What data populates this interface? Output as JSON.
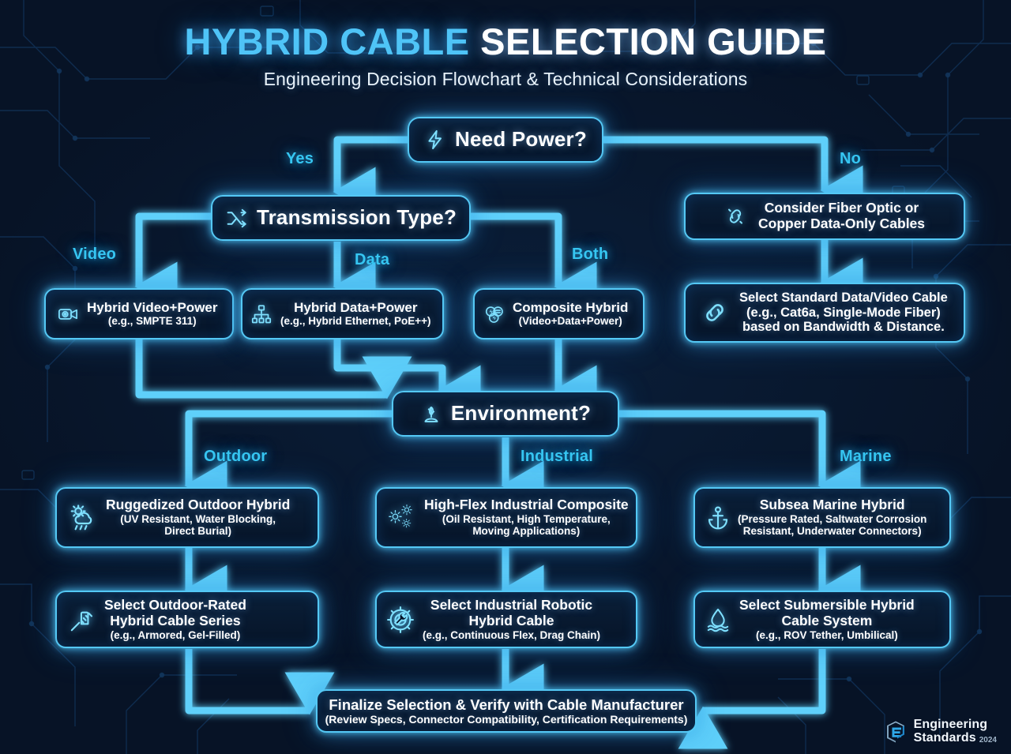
{
  "header": {
    "title_highlight": "HYBRID CABLE",
    "title_rest": "SELECTION GUIDE",
    "subtitle": "Engineering Decision Flowchart & Technical Considerations"
  },
  "colors": {
    "background": "#071326",
    "neon_border": "#54c8f5",
    "accent_cyan": "#36c6f2",
    "title_highlight": "#4fc4f7",
    "text_white": "#ffffff"
  },
  "nodes": {
    "need_power": {
      "title": "Need Power?",
      "icon": "lightning-bolt-icon"
    },
    "transmission": {
      "title": "Transmission Type?",
      "icon": "shuffle-icon"
    },
    "environment": {
      "title": "Environment?",
      "icon": "plant-sprout-icon"
    },
    "fiber_copper": {
      "line1": "Consider Fiber Optic or",
      "line2": "Copper Data-Only Cables",
      "icon": "broken-link-icon"
    },
    "standard_cable": {
      "line1": "Select Standard Data/Video Cable",
      "line2": "(e.g., Cat6a, Single-Mode Fiber)",
      "line3": "based on Bandwidth & Distance.",
      "icon": "link-icon"
    },
    "video_power": {
      "title": "Hybrid Video+Power",
      "sub": "(e.g., SMPTE 311)",
      "icon": "video-camera-icon"
    },
    "data_power": {
      "title": "Hybrid Data+Power",
      "sub": "(e.g., Hybrid Ethernet, PoE++)",
      "icon": "network-tree-icon"
    },
    "composite": {
      "title": "Composite Hybrid",
      "sub": "(Video+Data+Power)",
      "icon": "composite-circles-icon"
    },
    "outdoor_hybrid": {
      "title": "Ruggedized Outdoor Hybrid",
      "sub1": "(UV Resistant, Water Blocking,",
      "sub2": "Direct Burial)",
      "icon": "sun-cloud-rain-icon"
    },
    "industrial_comp": {
      "title": "High-Flex Industrial Composite",
      "sub1": "(Oil Resistant, High Temperature,",
      "sub2": "Moving Applications)",
      "icon": "gears-icon"
    },
    "marine_hybrid": {
      "title": "Subsea Marine Hybrid",
      "sub1": "(Pressure Rated, Saltwater Corrosion",
      "sub2": "Resistant, Underwater Connectors)",
      "icon": "anchor-icon"
    },
    "outdoor_select": {
      "line1": "Select Outdoor-Rated",
      "line2": "Hybrid Cable Series",
      "sub": "(e.g., Armored, Gel-Filled)",
      "icon": "cable-connector-icon"
    },
    "industrial_select": {
      "line1": "Select Industrial Robotic",
      "line2": "Hybrid Cable",
      "sub": "(e.g., Continuous Flex, Drag Chain)",
      "icon": "gear-wrench-icon"
    },
    "marine_select": {
      "line1": "Select Submersible Hybrid",
      "line2": "Cable System",
      "sub": "(e.g., ROV Tether, Umbilical)",
      "icon": "water-drop-waves-icon"
    },
    "finalize": {
      "title": "Finalize Selection & Verify with Cable Manufacturer",
      "sub": "(Review Specs, Connector Compatibility, Certification Requirements)"
    }
  },
  "branch_labels": {
    "yes": "Yes",
    "no": "No",
    "video": "Video",
    "data": "Data",
    "both": "Both",
    "outdoor": "Outdoor",
    "industrial": "Industrial",
    "marine": "Marine"
  },
  "logo": {
    "line1": "Engineering",
    "line2": "Standards",
    "year": "2024",
    "icon": "engineering-standards-logo-icon"
  }
}
